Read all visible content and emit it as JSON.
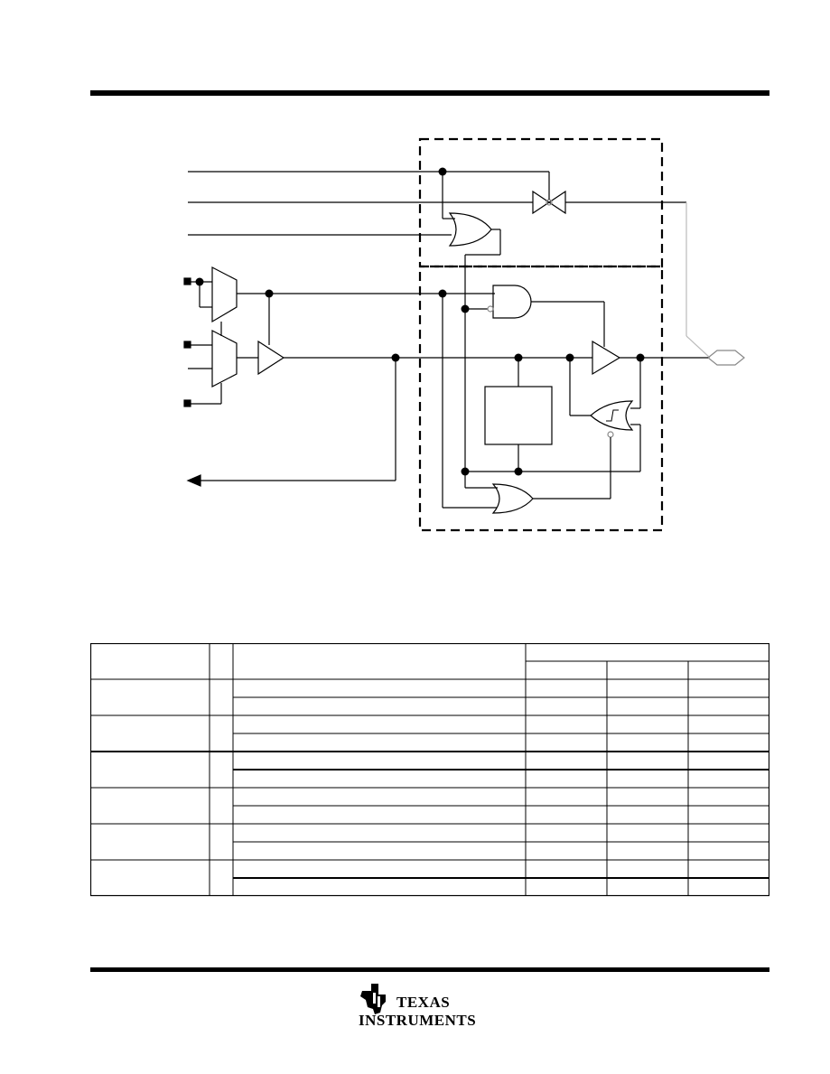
{
  "header": {
    "title": ""
  },
  "figure": {
    "caption": ""
  },
  "table": {
    "groups": 6,
    "rows_per_group": 2,
    "value_columns": 3
  },
  "logo": {
    "line1": "TEXAS",
    "line2": "INSTRUMENTS",
    "name": "ti-logo-icon"
  },
  "colors": {
    "line": "#000000",
    "pad_wire": "#bbbbbb",
    "background": "#ffffff"
  }
}
